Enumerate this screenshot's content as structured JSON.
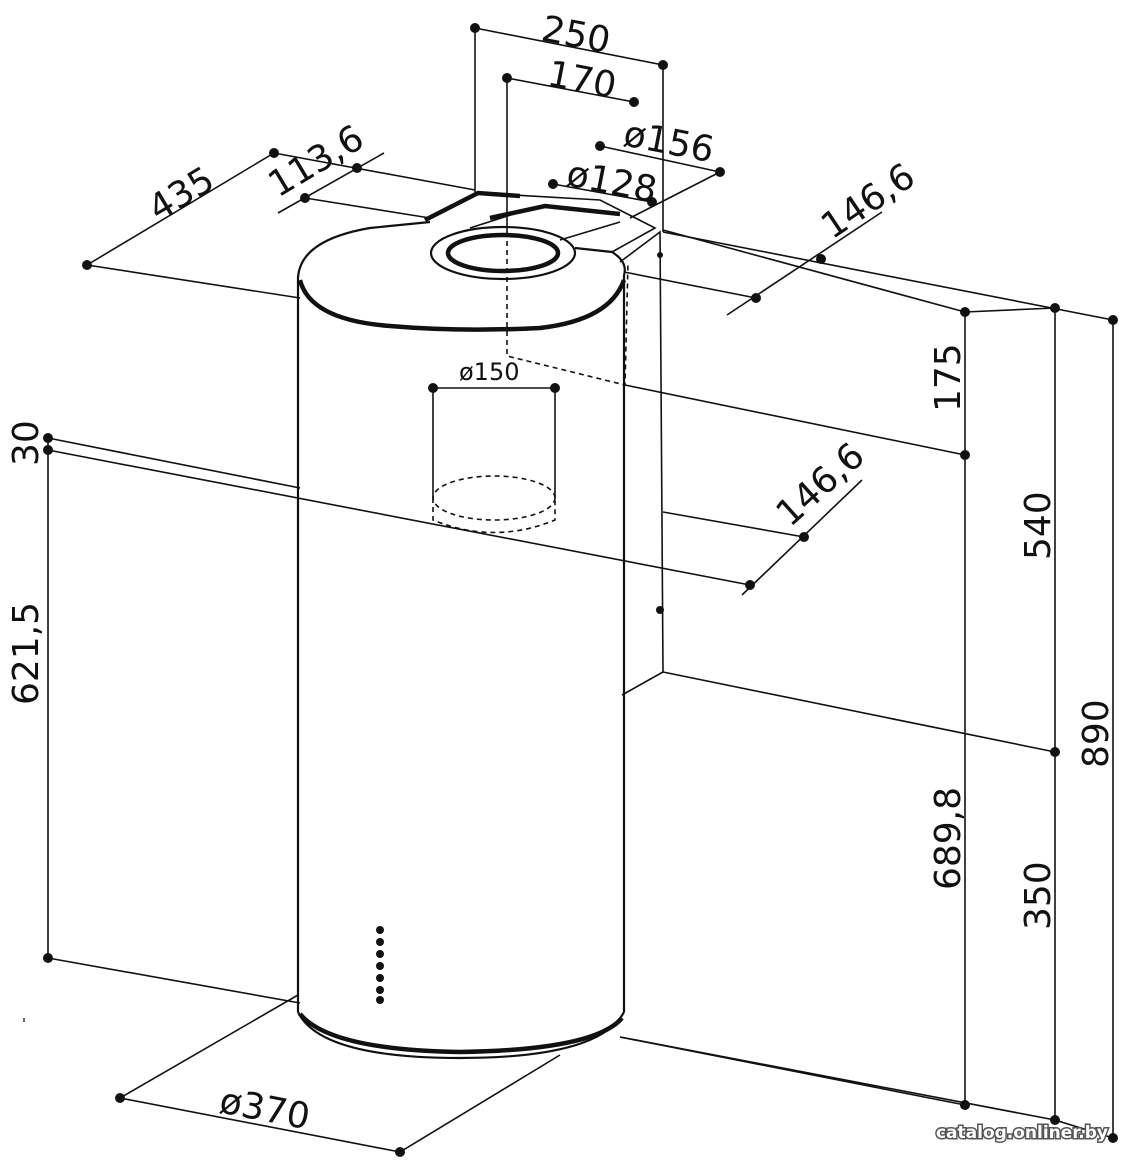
{
  "dimensions": {
    "top_width_outer": "250",
    "top_width_inner": "170",
    "depth_total": "435",
    "depth_offset": "113,6",
    "outlet_diameter_outer": "ø156",
    "outlet_diameter_inner": "ø128",
    "top_offset_right": "146,6",
    "mid_offset_right": "146,6",
    "inner_duct_diameter": "ø150",
    "body_diameter": "ø370",
    "height_upper": "175",
    "height_top_section": "540",
    "height_total": "890",
    "height_chimney": "689,8",
    "height_lower": "350",
    "left_gap": "30",
    "left_height": "621,5"
  },
  "watermark": "catalog.onliner.by"
}
